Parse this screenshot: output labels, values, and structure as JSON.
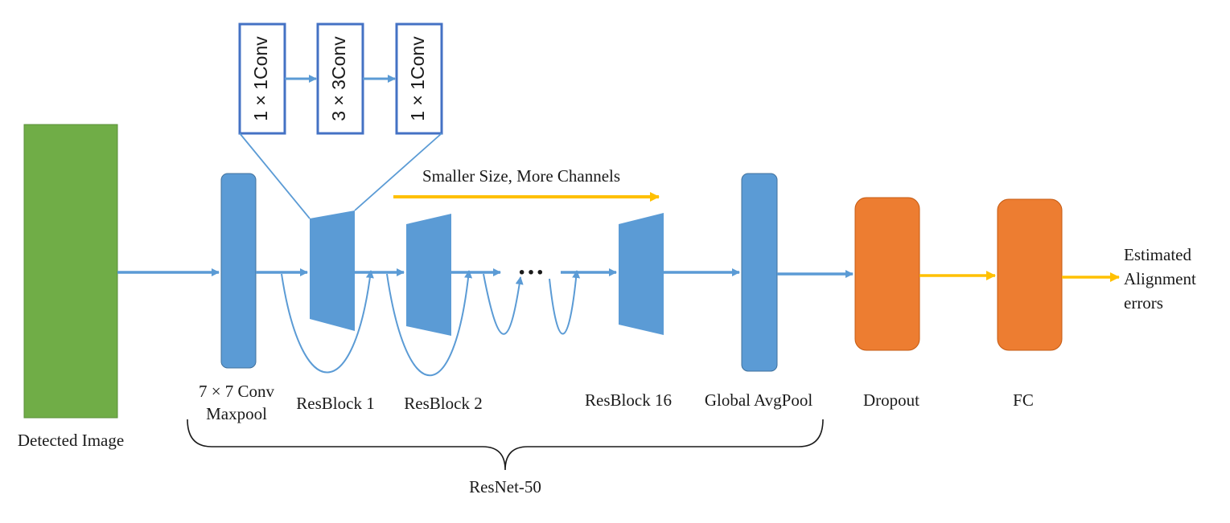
{
  "diagram": {
    "blocks": {
      "input": "Detected Image",
      "conv": [
        "7 × 7 Conv",
        "Maxpool"
      ],
      "res1": "ResBlock 1",
      "res2": "ResBlock 2",
      "res16": "ResBlock 16",
      "avgpool": "Global AvgPool",
      "dropout": "Dropout",
      "fc": "FC",
      "output": [
        "Estimated",
        "Alignment",
        "errors"
      ]
    },
    "bottleneck": [
      "1 × 1Conv",
      "3 × 3Conv",
      "1 × 1Conv"
    ],
    "trend_label": "Smaller Size, More Channels",
    "ellipsis": "···",
    "group_label": "ResNet-50",
    "colors": {
      "input_block": "#70ad47",
      "resnet_block": "#5b9bd5",
      "head_block": "#ed7d31",
      "trend_arrow": "#ffc000",
      "bottleneck_border": "#4472c4"
    }
  }
}
